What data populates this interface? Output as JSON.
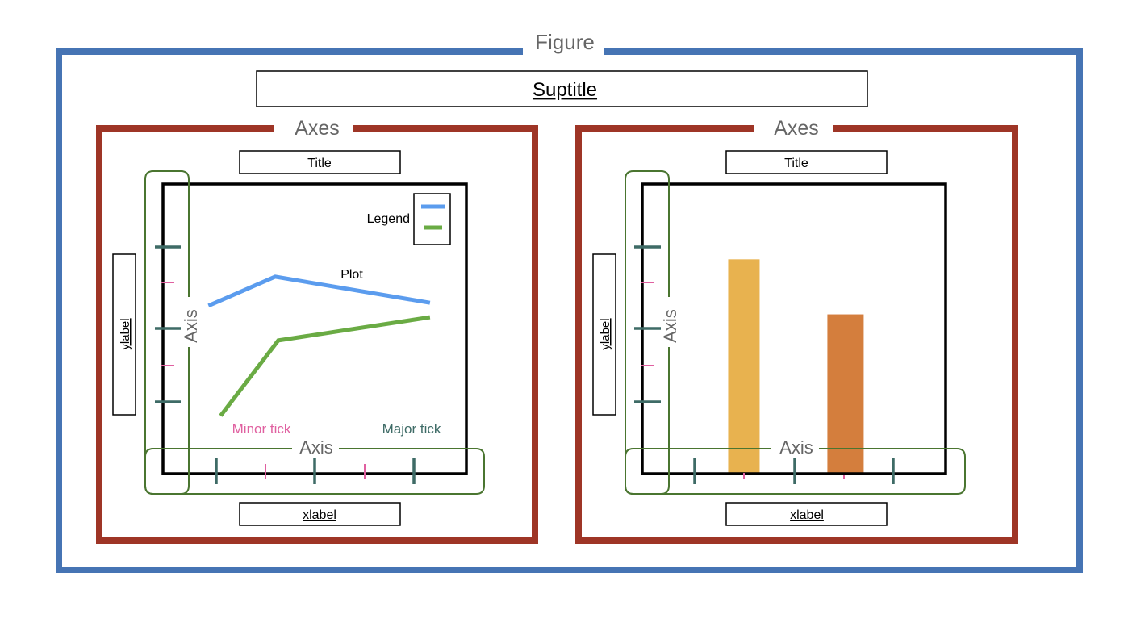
{
  "figure": {
    "label": "Figure",
    "border_color": "#4674B4",
    "suptitle": "Suptitle"
  },
  "axes": [
    {
      "label": "Axes",
      "border_color": "#9E3526",
      "title": "Title",
      "xlabel": "xlabel",
      "ylabel": "ylabel",
      "x_axis_label": "Axis",
      "y_axis_label": "Axis",
      "axis_box_color": "#4A7530",
      "plot_type": "line",
      "plot_label": "Plot",
      "legend_label": "Legend",
      "minor_tick_label": "Minor tick",
      "major_tick_label": "Major tick",
      "minor_tick_color": "#E060A0",
      "major_tick_color": "#3E6B66",
      "series": [
        {
          "name": "blue line",
          "color": "#5B9CEE",
          "points": [
            [
              0.15,
              0.58
            ],
            [
              0.37,
              0.68
            ],
            [
              0.88,
              0.59
            ]
          ]
        },
        {
          "name": "green line",
          "color": "#6AAB44",
          "points": [
            [
              0.19,
              0.2
            ],
            [
              0.38,
              0.46
            ],
            [
              0.88,
              0.54
            ]
          ]
        }
      ]
    },
    {
      "label": "Axes",
      "border_color": "#9E3526",
      "title": "Title",
      "xlabel": "xlabel",
      "ylabel": "ylabel",
      "x_axis_label": "Axis",
      "y_axis_label": "Axis",
      "axis_box_color": "#4A7530",
      "plot_type": "bar",
      "minor_tick_color": "#E060A0",
      "major_tick_color": "#3E6B66",
      "bars": [
        {
          "name": "bar 1",
          "color": "#E8B24F",
          "value": 0.74
        },
        {
          "name": "bar 2",
          "color": "#D47E3D",
          "value": 0.55
        }
      ]
    }
  ]
}
